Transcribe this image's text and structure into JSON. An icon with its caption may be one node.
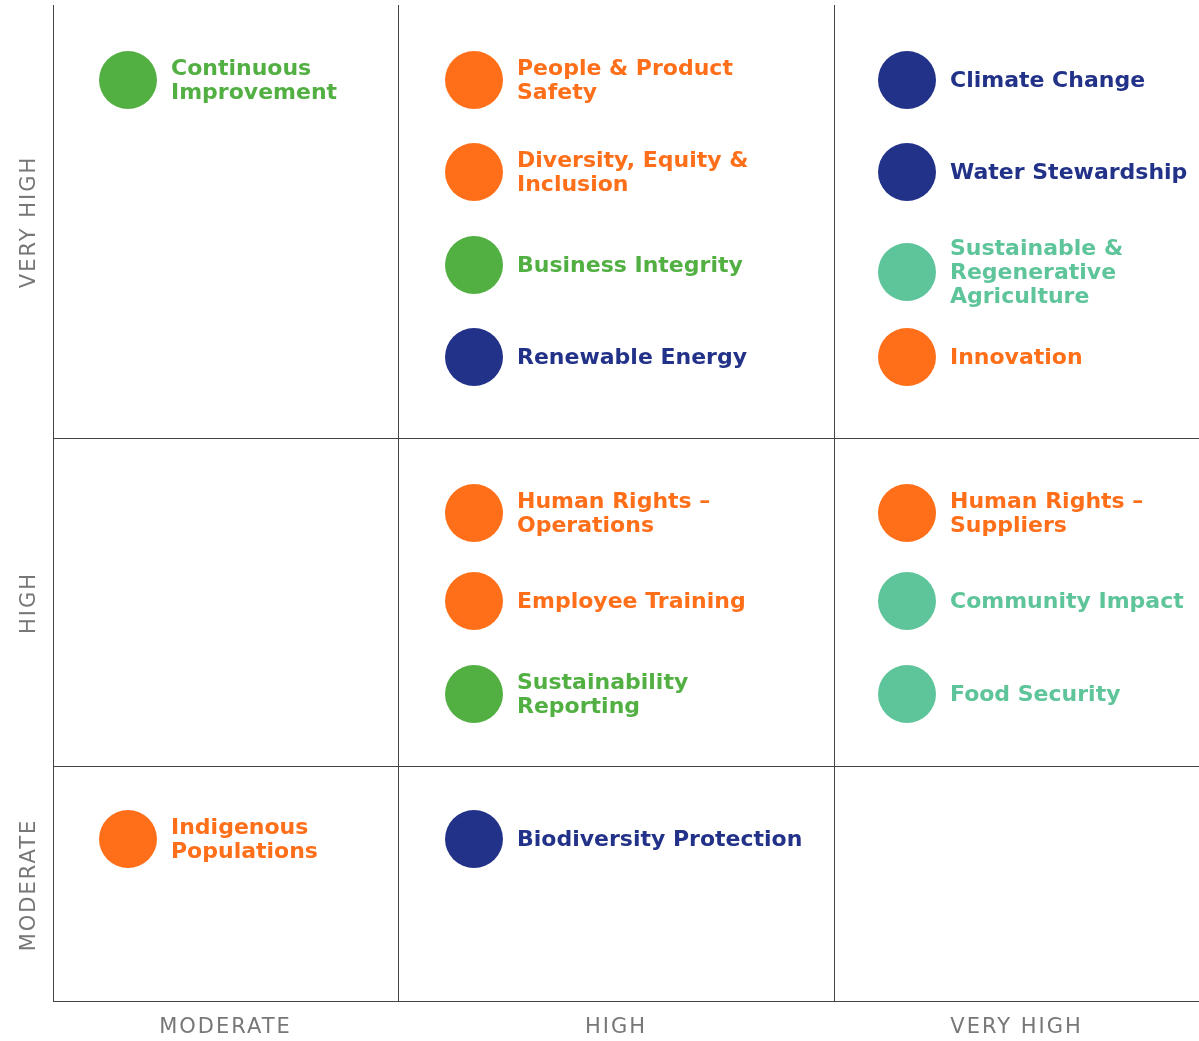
{
  "diagram": {
    "nodes": [
      {
        "text": [],
        "shape": "box"
      },
      {
        "text": [
          "Continuous Improvement"
        ],
        "in": 0
      },
      {
        "text": [],
        "shape": "box"
      },
      {
        "text": [
          "People & Product Safety"
        ],
        "in": 2
      },
      {
        "text": [
          "Diversity, Equity & Inclusion"
        ],
        "in": 2
      },
      {
        "text": [
          "Business Integrity"
        ],
        "in": 2
      },
      {
        "text": [
          "Renewable Energy"
        ],
        "in": 2
      },
      {
        "text": [],
        "shape": "box"
      },
      {
        "text": [
          "Climate Change"
        ],
        "in": 7
      },
      {
        "text": [
          "Water Stewardship"
        ],
        "in": 7
      },
      {
        "text": [
          "Sustainable & Regenerative Agriculture"
        ],
        "in": 7
      },
      {
        "text": [
          "Innovation"
        ],
        "in": 7
      },
      {
        "text": [],
        "shape": "box"
      },
      {
        "text": [],
        "shape": "box"
      },
      {
        "text": [
          "Human Rights – Operations"
        ],
        "in": 13
      },
      {
        "text": [
          "Employee Training"
        ],
        "in": 13
      },
      {
        "text": [
          "Sustainability Reporting"
        ],
        "in": 13
      },
      {
        "text": [],
        "shape": "box"
      },
      {
        "text": [
          "Human Rights – Suppliers"
        ],
        "in": 17
      },
      {
        "text": [
          "Community Impact"
        ],
        "in": 17
      },
      {
        "text": [
          "Food Security"
        ],
        "in": 17
      },
      {
        "text": [],
        "shape": "box"
      },
      {
        "text": [
          "Indigenous Populations"
        ],
        "in": 21
      },
      {
        "text": [],
        "shape": "box"
      },
      {
        "text": [
          "Biodiversity Protection"
        ],
        "in": 23
      },
      {
        "text": [],
        "shape": "box"
      }
    ],
    "edges": [],
    "labels": [
      "VERY HIGH",
      "HIGH",
      "MODERATE",
      "MODERATE",
      "HIGH",
      "VERY HIGH"
    ]
  }
}
